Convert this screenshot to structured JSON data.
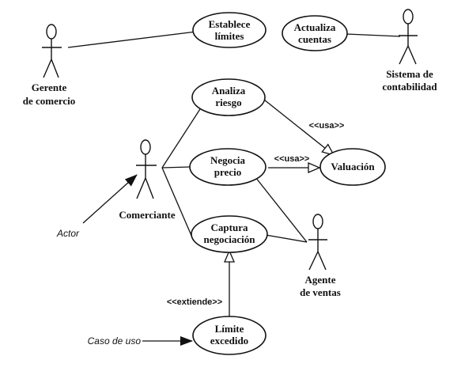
{
  "actors": {
    "gerente": [
      "Gerente",
      "de comercio"
    ],
    "sistema": [
      "Sistema de",
      "contabilidad"
    ],
    "comerciante": [
      "Comerciante"
    ],
    "agente": [
      "Agente",
      "de ventas"
    ]
  },
  "use_cases": {
    "establece": [
      "Establece",
      "límites"
    ],
    "actualiza": [
      "Actualiza",
      "cuentas"
    ],
    "analiza": [
      "Analiza",
      "riesgo"
    ],
    "negocia": [
      "Negocia",
      "precio"
    ],
    "valuacion": [
      "Valuación"
    ],
    "captura": [
      "Captura",
      "negociación"
    ],
    "limite": [
      "Límite",
      "excedido"
    ]
  },
  "relations": {
    "usa_1": "<<usa>>",
    "usa_2": "<<usa>>",
    "extiende": "<<extiende>>"
  },
  "annotations": {
    "actor": "Actor",
    "caso_de_uso": "Caso de uso"
  }
}
